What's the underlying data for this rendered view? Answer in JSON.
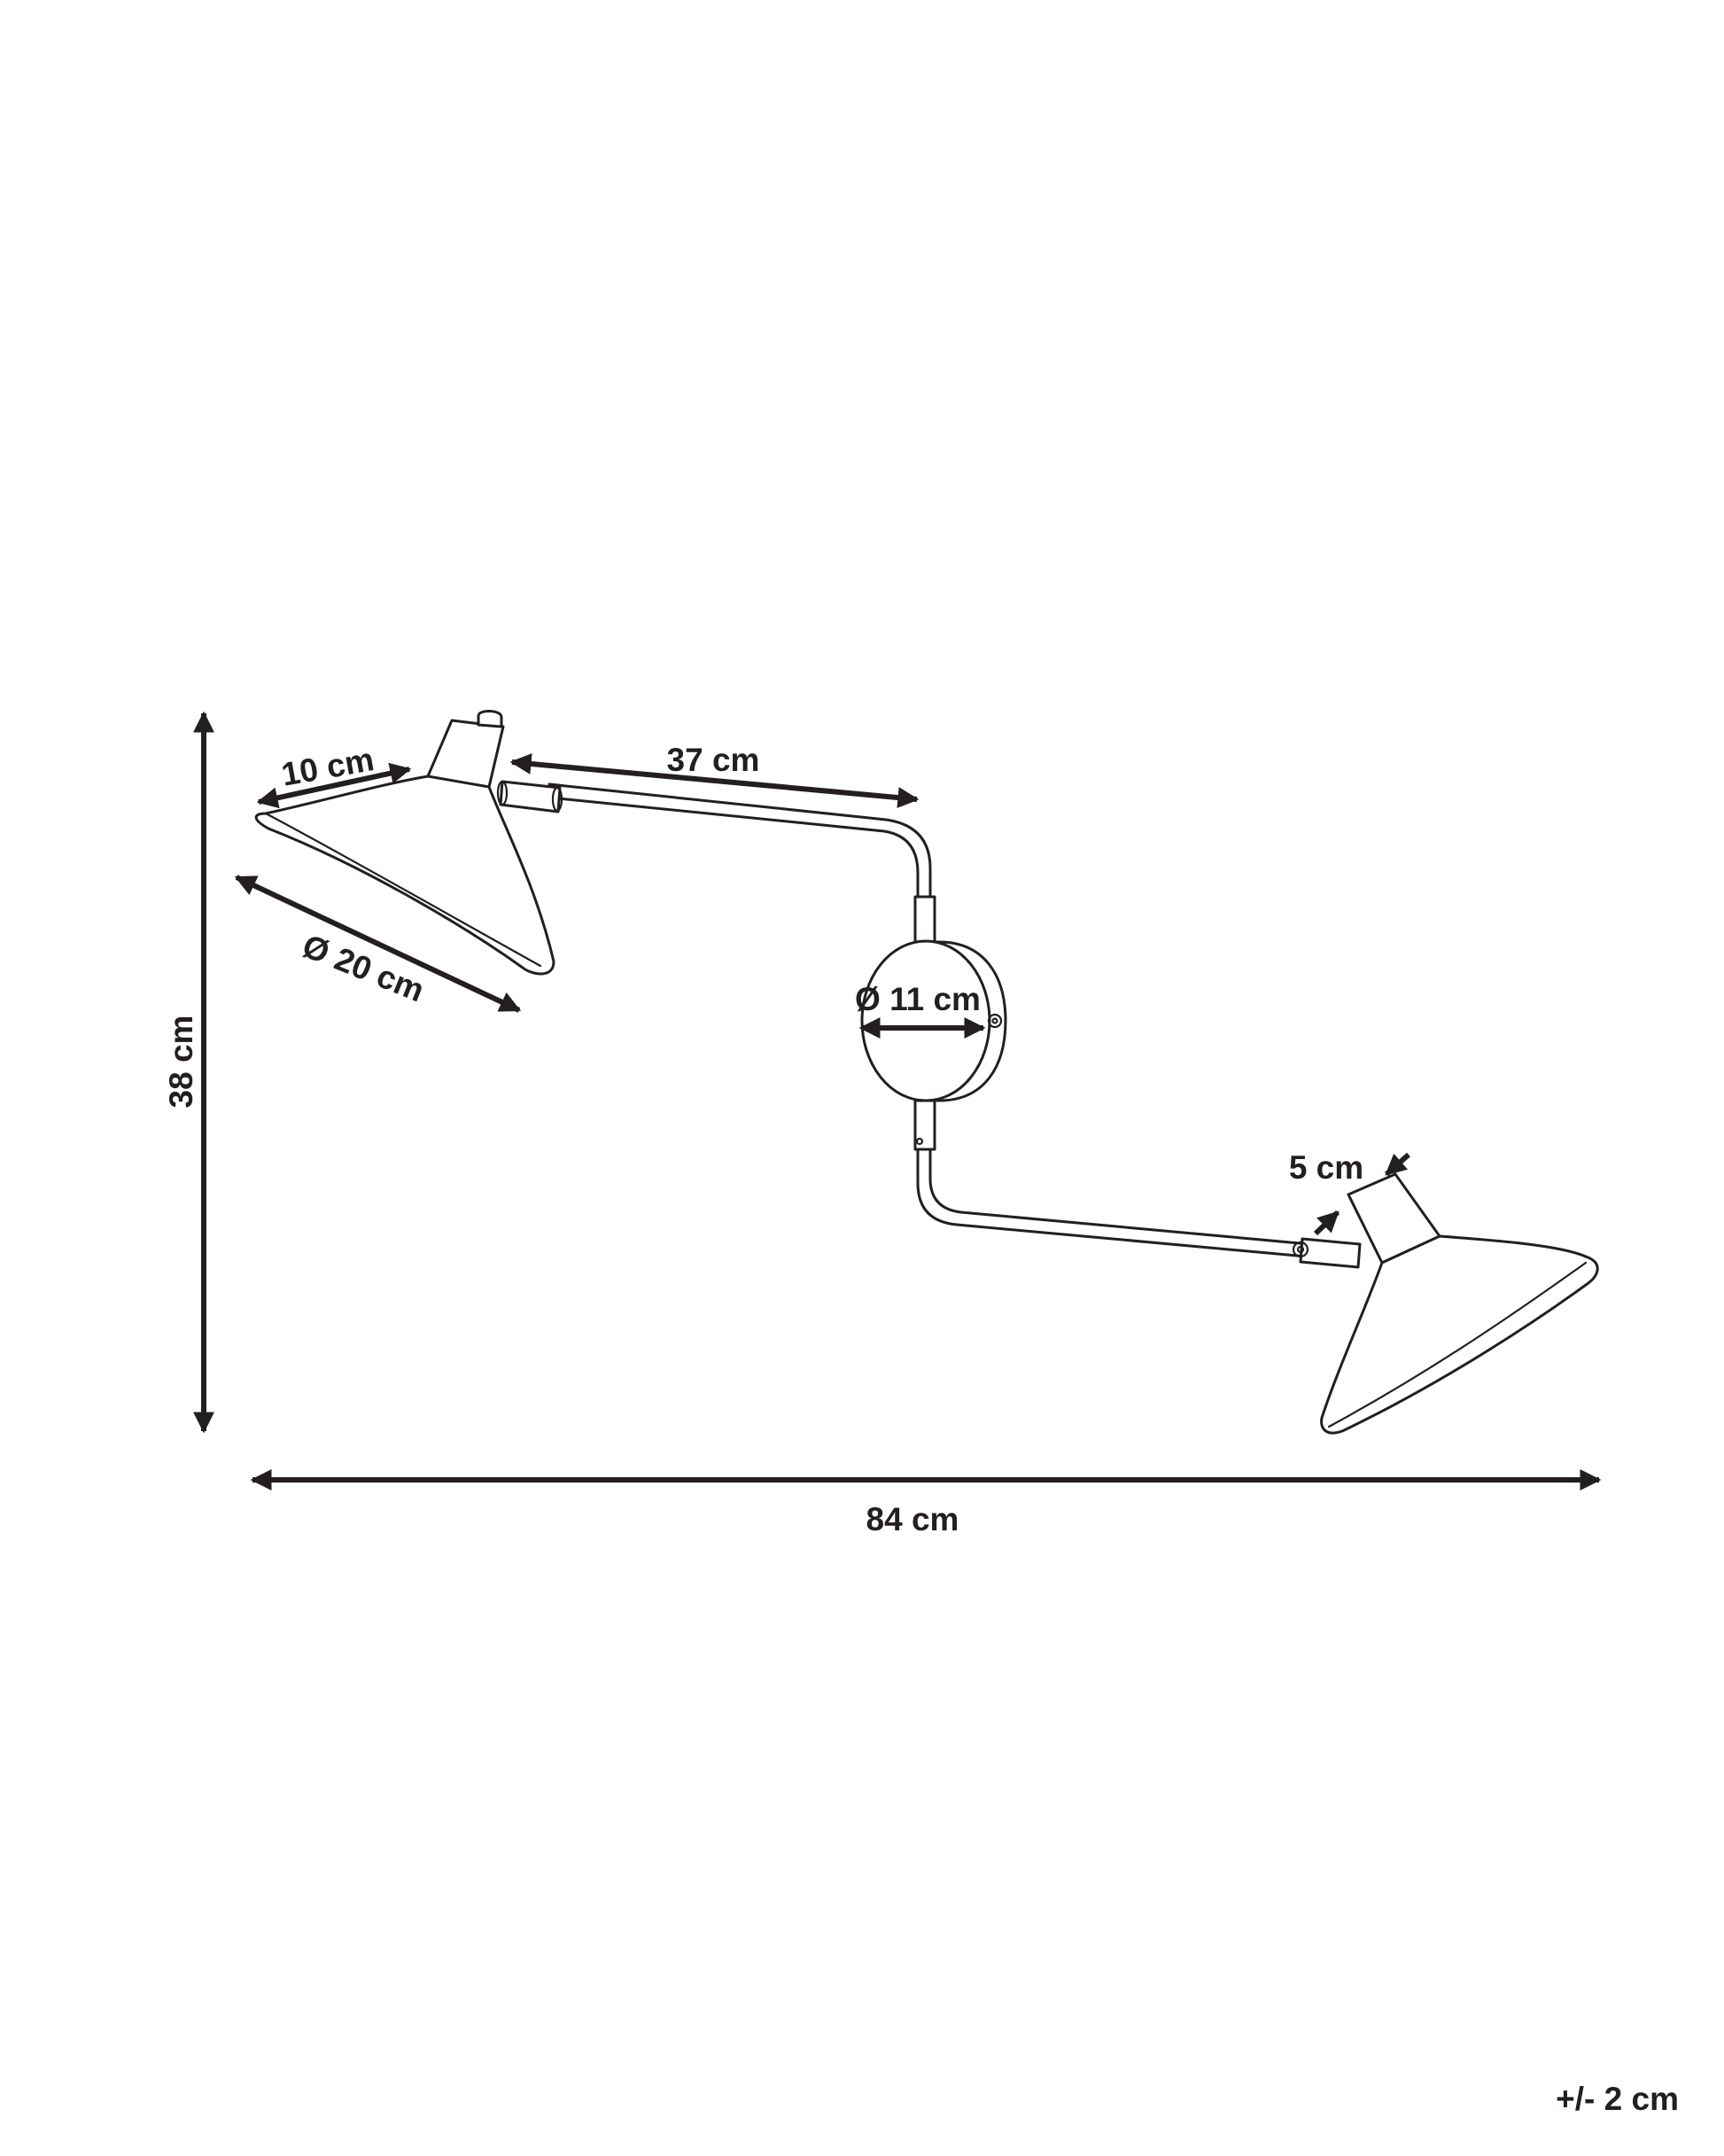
{
  "dimensions": {
    "shade_top_width": "10 cm",
    "arm_length": "37 cm",
    "shade_diameter": "Ø 20 cm",
    "base_diameter": "Ø 11 cm",
    "neck_width": "5 cm",
    "total_height": "38 cm",
    "total_width": "84 cm"
  },
  "tolerance": "+/- 2 cm",
  "colors": {
    "line": "#231f20",
    "background": "#ffffff"
  }
}
